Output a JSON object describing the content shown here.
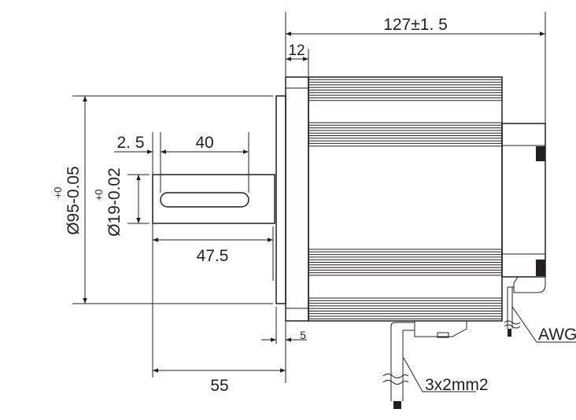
{
  "dimensions": {
    "overall_length": "127±1. 5",
    "flange_thickness": "12",
    "pilot_diameter": "Ø95-0.05",
    "pilot_tolerance_upper": "+0",
    "shaft_diameter": "Ø19-0.02",
    "shaft_tolerance_upper": "+0",
    "key_offset": "2. 5",
    "key_length": "40",
    "shaft_length": "47.5",
    "pilot_depth": "5",
    "shaft_total": "55"
  },
  "labels": {
    "power_cable": "3x2mm2",
    "signal_cable": "AWG"
  },
  "colors": {
    "line": "#231f20",
    "background": "#ffffff"
  }
}
